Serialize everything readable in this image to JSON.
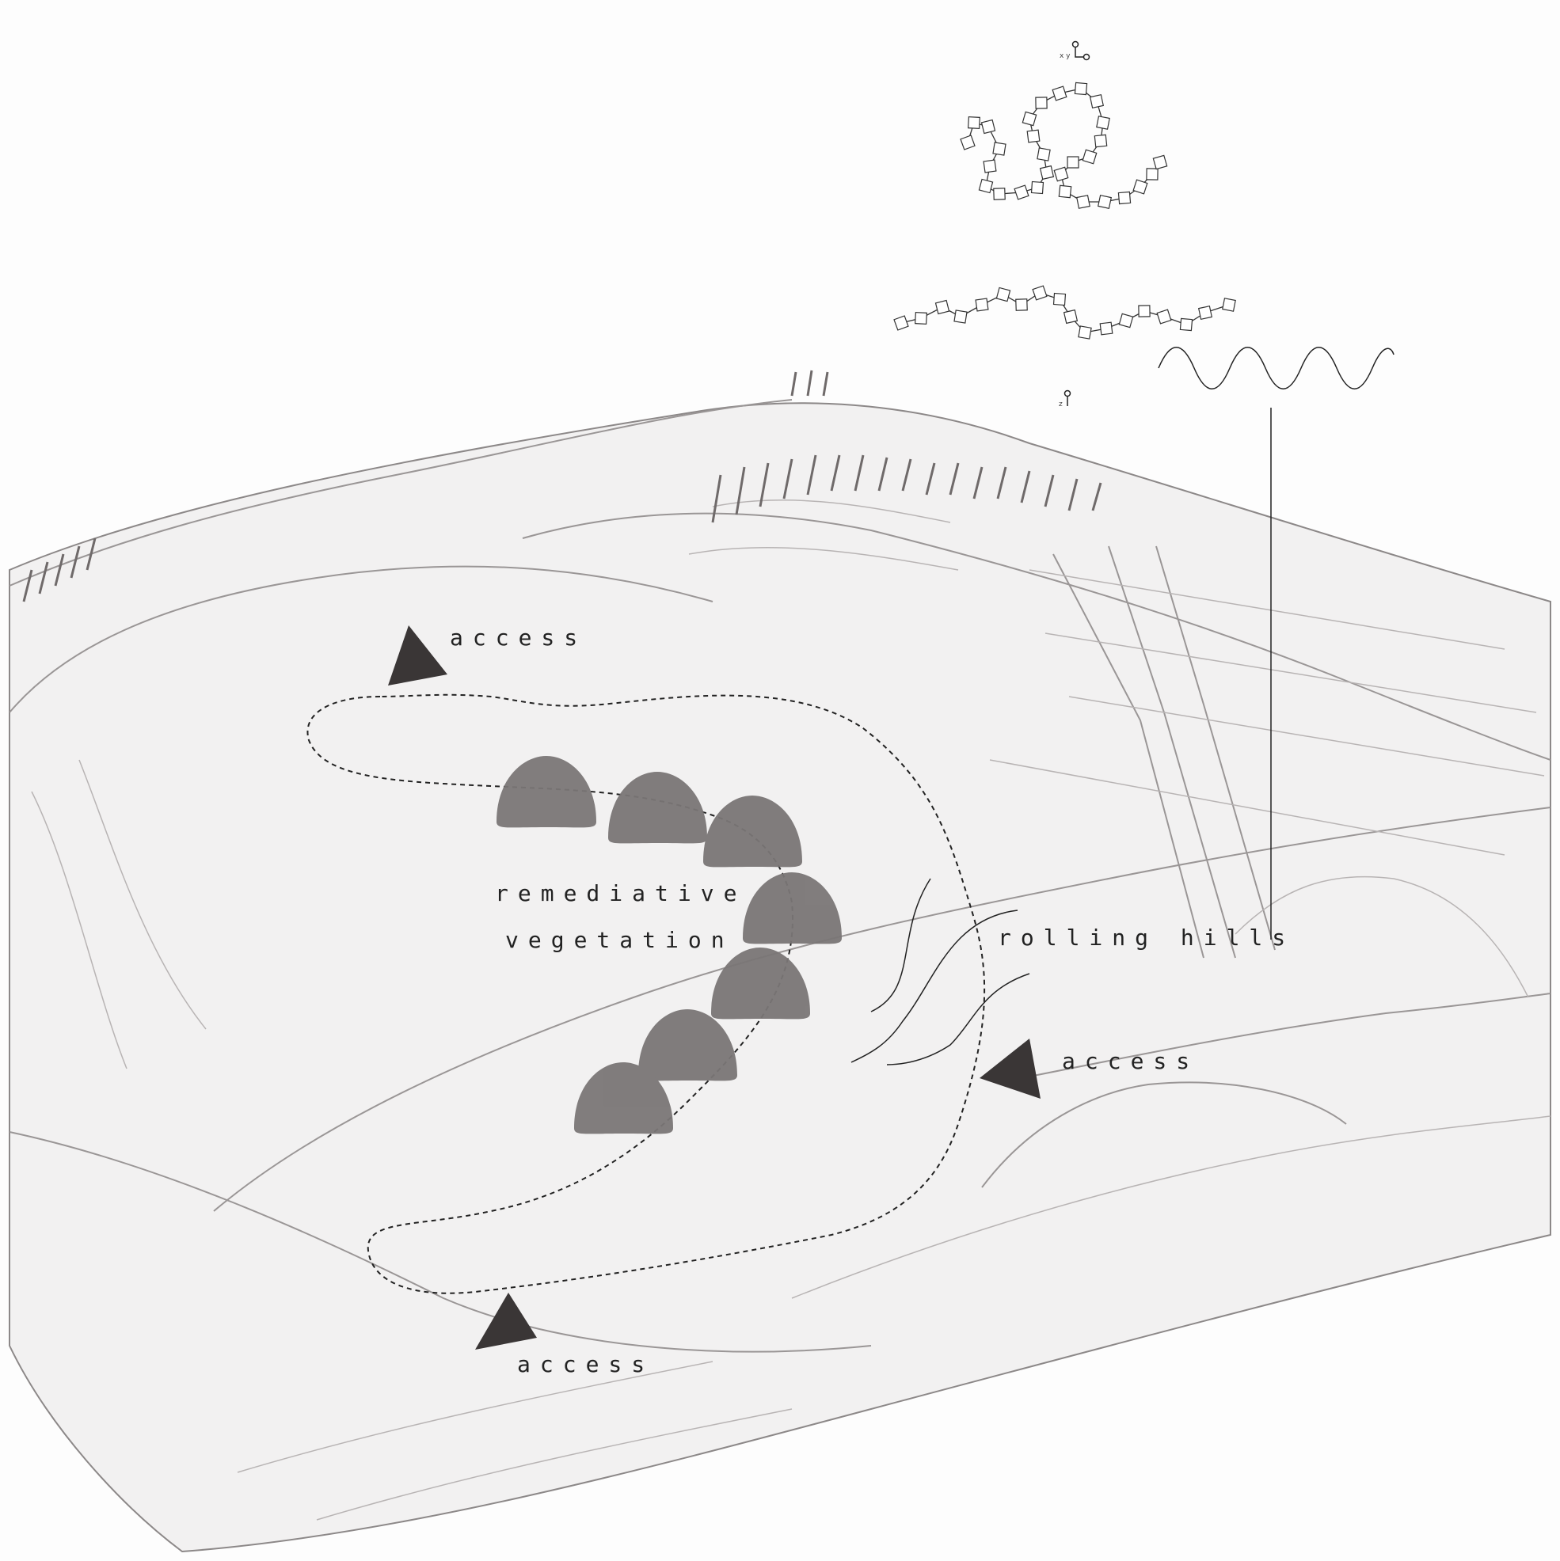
{
  "labels": {
    "access_top": "access",
    "access_right": "access",
    "access_bottom": "access",
    "remediative": "remediative",
    "vegetation": "vegetation",
    "rolling_hills": "rolling hills",
    "axis_xy": "x y",
    "axis_z": "z"
  },
  "colors": {
    "vegetation_blob": "#7a7676",
    "access_arrow": "#3a3636",
    "sketch_line": "#9a9696"
  }
}
